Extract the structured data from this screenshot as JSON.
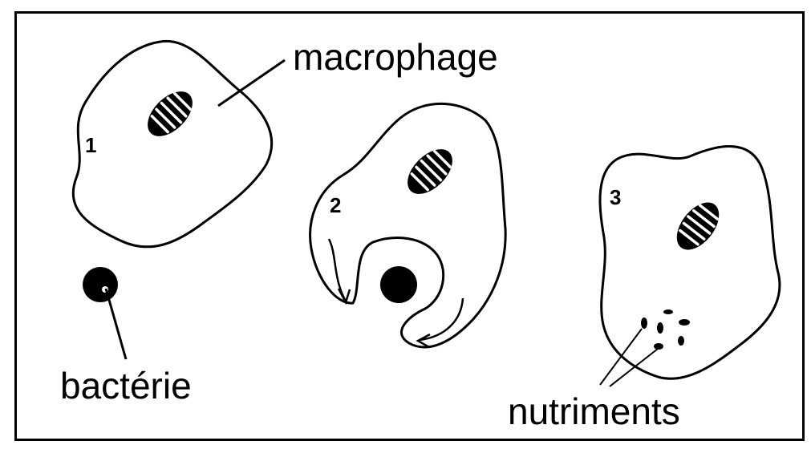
{
  "labels": {
    "macrophage": "macrophage",
    "bacterie": "bactérie",
    "nutriments": "nutriments"
  },
  "steps": [
    "1",
    "2",
    "3"
  ],
  "colors": {
    "ink": "#000000",
    "background": "#ffffff",
    "stripe": "#ffffff"
  }
}
